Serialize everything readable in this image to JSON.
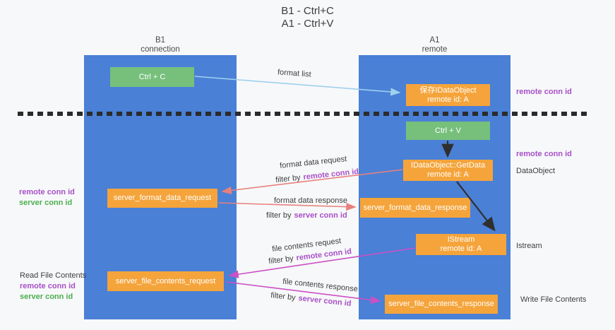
{
  "title": {
    "line1": "B1 - Ctrl+C",
    "line2": "A1 - Ctrl+V"
  },
  "columns": {
    "left": {
      "title": "B1",
      "subtitle": "connection"
    },
    "right": {
      "title": "A1",
      "subtitle": "remote"
    }
  },
  "boxes": {
    "ctrl_c": {
      "label": "Ctrl + C"
    },
    "save_dataobject": {
      "line1": "保存IDataObject",
      "line2": "remote id: A"
    },
    "ctrl_v": {
      "label": "Ctrl + V"
    },
    "getdata": {
      "line1": "IDataObject::GetData",
      "line2": "remote id: A"
    },
    "istream": {
      "line1": "IStream",
      "line2": "remote id: A"
    },
    "server_format_data_request": {
      "label": "server_format_data_request"
    },
    "server_format_data_response": {
      "label": "server_format_data_response"
    },
    "server_file_contents_request": {
      "label": "server_file_contents_request"
    },
    "server_file_contents_response": {
      "label": "server_file_contents_response"
    }
  },
  "arrow_labels": {
    "format_list": "format list",
    "format_data_request": {
      "text": "format data request",
      "filter_prefix": "filter by",
      "filter_key": "remote conn id"
    },
    "format_data_response": {
      "text": "format data response",
      "filter_prefix": "filter by",
      "filter_key": "server conn id"
    },
    "file_contents_request": {
      "text": "file contents request",
      "filter_prefix": "filter by",
      "filter_key": "remote conn id"
    },
    "file_contents_response": {
      "text": "file contents response",
      "filter_prefix": "filter by",
      "filter_key": "server conn id"
    }
  },
  "side_labels": {
    "right_remote_conn_id_top": "remote conn id",
    "right_remote_conn_id_mid": "remote conn id",
    "right_dataobject": "DataObject",
    "right_istream": "Istream",
    "right_write_file_contents": "Write File Contents",
    "left_remote_conn_id_top": "remote conn id",
    "left_server_conn_id_top": "server conn id",
    "left_read_file_contents": "Read File Contents",
    "left_remote_conn_id_bottom": "remote conn id",
    "left_server_conn_id_bottom": "server conn id"
  },
  "colors": {
    "lifeline_blue": "#4a80d6",
    "box_green": "#77c07c",
    "box_orange": "#f5a43b",
    "conn_id_purple": "#a84fc8",
    "conn_id_green": "#4caf50",
    "arrow_light_blue": "#9fd0ee",
    "arrow_salmon": "#e8807d",
    "arrow_magenta": "#cb50c6",
    "arrow_black": "#2f2f2f"
  }
}
